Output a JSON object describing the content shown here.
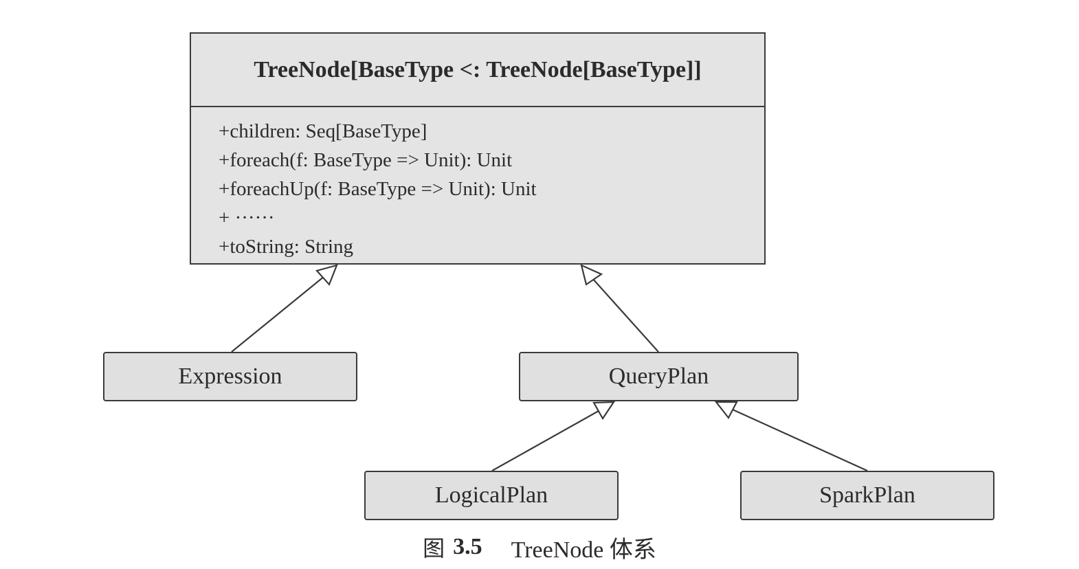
{
  "class": {
    "title": "TreeNode[BaseType <: TreeNode[BaseType]]",
    "members": [
      "+children: Seq[BaseType]",
      "+foreach(f: BaseType => Unit): Unit",
      "+foreachUp(f: BaseType => Unit): Unit",
      "+ ······",
      "+toString: String"
    ]
  },
  "nodes": {
    "expression": "Expression",
    "queryplan": "QueryPlan",
    "logicalplan": "LogicalPlan",
    "sparkplan": "SparkPlan"
  },
  "relations": [
    {
      "from": "Expression",
      "to": "TreeNode",
      "type": "inheritance"
    },
    {
      "from": "QueryPlan",
      "to": "TreeNode",
      "type": "inheritance"
    },
    {
      "from": "LogicalPlan",
      "to": "QueryPlan",
      "type": "inheritance"
    },
    {
      "from": "SparkPlan",
      "to": "QueryPlan",
      "type": "inheritance"
    }
  ],
  "caption": {
    "prefix": "图",
    "number": "3.5",
    "title": "TreeNode 体系"
  }
}
